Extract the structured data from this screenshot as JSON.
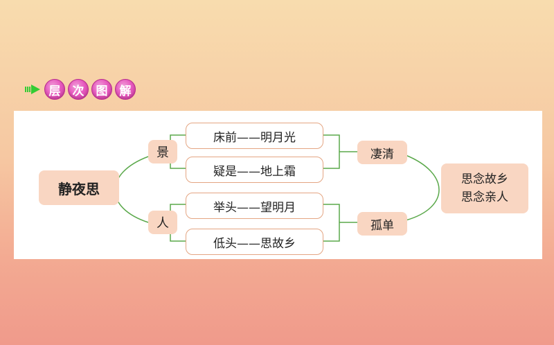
{
  "header": {
    "icon": "double-arrow-icon",
    "badges": [
      "层",
      "次",
      "图",
      "解"
    ]
  },
  "diagram": {
    "center": "静夜思",
    "branch_scene": "景",
    "branch_person": "人",
    "lines": {
      "line1": "床前——明月光",
      "line2": "疑是——地上霜",
      "line3": "举头——望明月",
      "line4": "低头——思故乡"
    },
    "mood_1": "凄清",
    "mood_2": "孤单",
    "conclusion": {
      "line1": "思念故乡",
      "line2": "思念亲人"
    }
  },
  "colors": {
    "box_fill": "#f9d6c2",
    "pill_border": "#e4a582",
    "connector": "#5aa84a",
    "badge": "#e85cc0",
    "arrow": "#33cc33"
  }
}
